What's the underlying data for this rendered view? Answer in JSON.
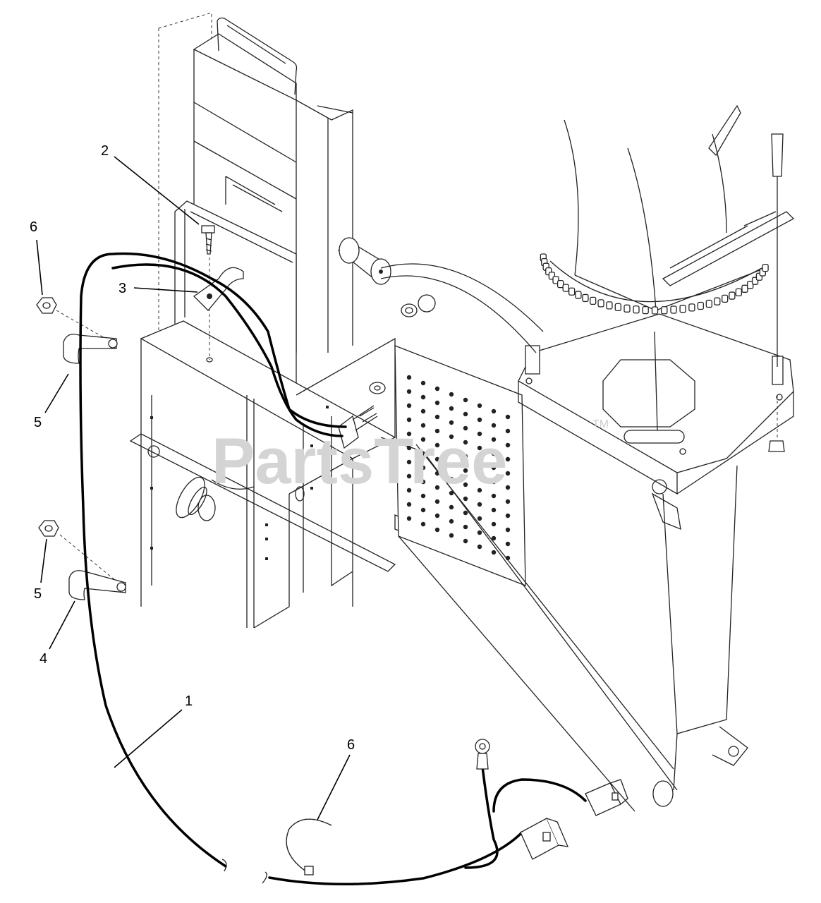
{
  "watermark": {
    "text": "PartsTree",
    "tm": "TM"
  },
  "callouts": [
    {
      "id": "c1",
      "label": "1",
      "part": "wire-harness"
    },
    {
      "id": "c2",
      "label": "2",
      "part": "screw"
    },
    {
      "id": "c3",
      "label": "3",
      "part": "clamp"
    },
    {
      "id": "c4",
      "label": "4",
      "part": "lower-clamp"
    },
    {
      "id": "c5a",
      "label": "5",
      "part": "upper-clip"
    },
    {
      "id": "c5b",
      "label": "5",
      "part": "lower-nut"
    },
    {
      "id": "c6a",
      "label": "6",
      "part": "upper-nut"
    },
    {
      "id": "c6b",
      "label": "6",
      "part": "cable-tie"
    }
  ],
  "colors": {
    "line": "#000000",
    "watermark": "#d4d4d4",
    "background": "#ffffff"
  }
}
